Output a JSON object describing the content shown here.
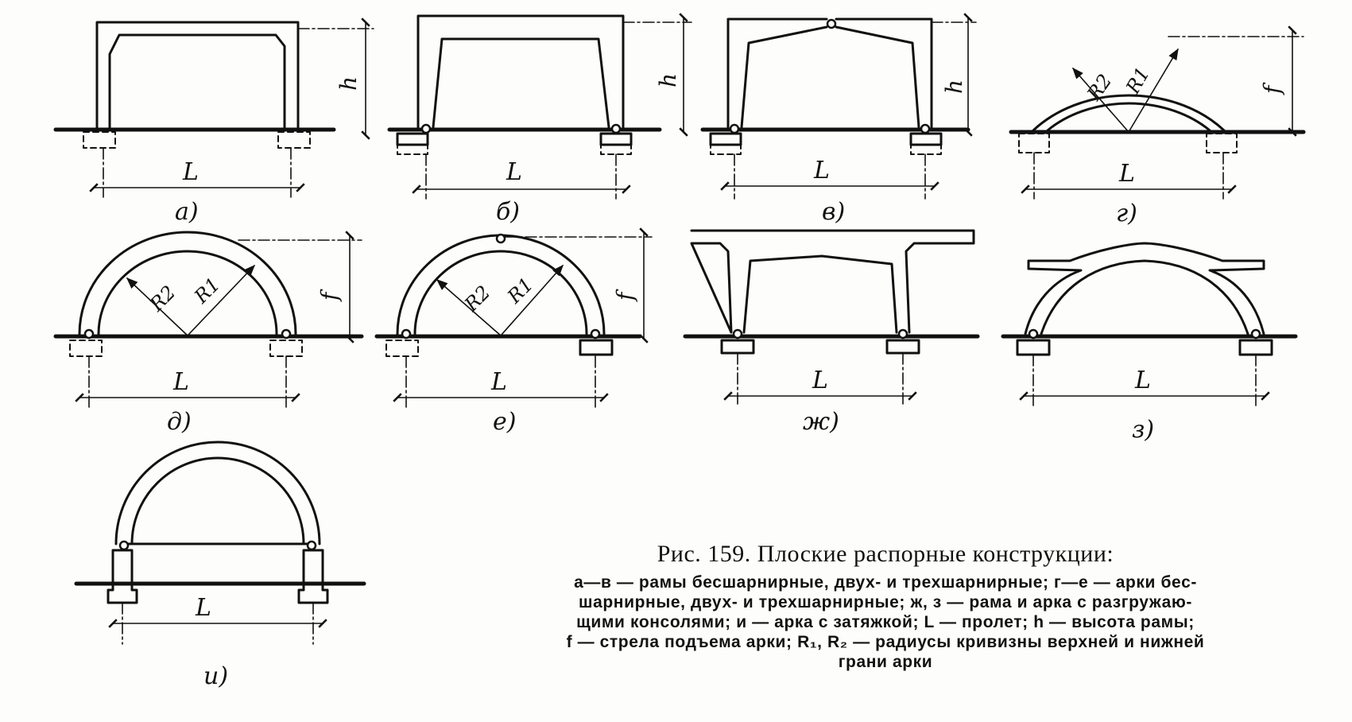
{
  "figure": {
    "caption_title": "Рис. 159. Плоские распорные конструкции:",
    "caption_lines": [
      "а—в — рамы бесшарнирные, двух- и трехшарнирные; г—е — арки бес-",
      "шарнирные, двух- и трехшарнирные; ж, з — рама и арка с разгружаю-",
      "щими консолями; и — арка с затяжкой; L — пролет; h — высота рамы;",
      "f — стрела подъема арки; R₁, R₂ — радиусы кривизны верхней и нижней",
      "грани арки"
    ]
  },
  "panels": {
    "a": {
      "label": "а)",
      "span": "L",
      "height": "h"
    },
    "b": {
      "label": "б)",
      "span": "L",
      "height": "h"
    },
    "v": {
      "label": "в)",
      "span": "L",
      "height": "h"
    },
    "g": {
      "label": "г)",
      "span": "L",
      "rise": "f",
      "r1": "R1",
      "r2": "R2"
    },
    "d": {
      "label": "д)",
      "span": "L",
      "rise": "f",
      "r1": "R1",
      "r2": "R2"
    },
    "e": {
      "label": "е)",
      "span": "L",
      "rise": "f",
      "r1": "R1",
      "r2": "R2"
    },
    "zh": {
      "label": "ж)",
      "span": "L"
    },
    "z": {
      "label": "з)",
      "span": "L"
    },
    "i": {
      "label": "и)",
      "span": "L"
    }
  }
}
